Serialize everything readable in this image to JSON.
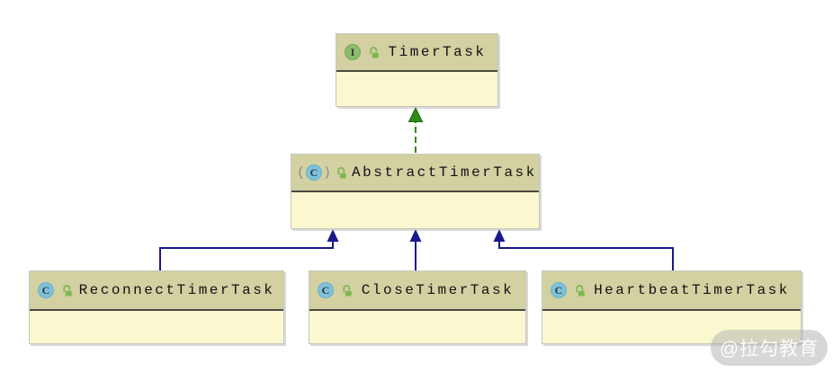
{
  "icons": {
    "interface_letter": "I",
    "class_letter": "C",
    "abstract_paren_open": "(",
    "abstract_paren_close": ")"
  },
  "colors": {
    "box_header_bg": "#d3d0a2",
    "box_body_bg": "#fbf8d0",
    "box_divider": "#4a4a42",
    "extends_arrow": "#19198c",
    "implements_arrow": "#2f8a17",
    "interface_icon": "#8cbc6c",
    "class_icon": "#7dc2dc",
    "lock_icon": "#7db84f"
  },
  "classes": [
    {
      "name": "TimerTask",
      "stereotype": "interface"
    },
    {
      "name": "AbstractTimerTask",
      "stereotype": "abstract-class"
    },
    {
      "name": "ReconnectTimerTask",
      "stereotype": "class"
    },
    {
      "name": "CloseTimerTask",
      "stereotype": "class"
    },
    {
      "name": "HeartbeatTimerTask",
      "stereotype": "class"
    }
  ],
  "relations": [
    {
      "from": "AbstractTimerTask",
      "to": "TimerTask",
      "type": "implements"
    },
    {
      "from": "ReconnectTimerTask",
      "to": "AbstractTimerTask",
      "type": "extends"
    },
    {
      "from": "CloseTimerTask",
      "to": "AbstractTimerTask",
      "type": "extends"
    },
    {
      "from": "HeartbeatTimerTask",
      "to": "AbstractTimerTask",
      "type": "extends"
    }
  ],
  "watermark": {
    "text": "@拉勾教育"
  }
}
